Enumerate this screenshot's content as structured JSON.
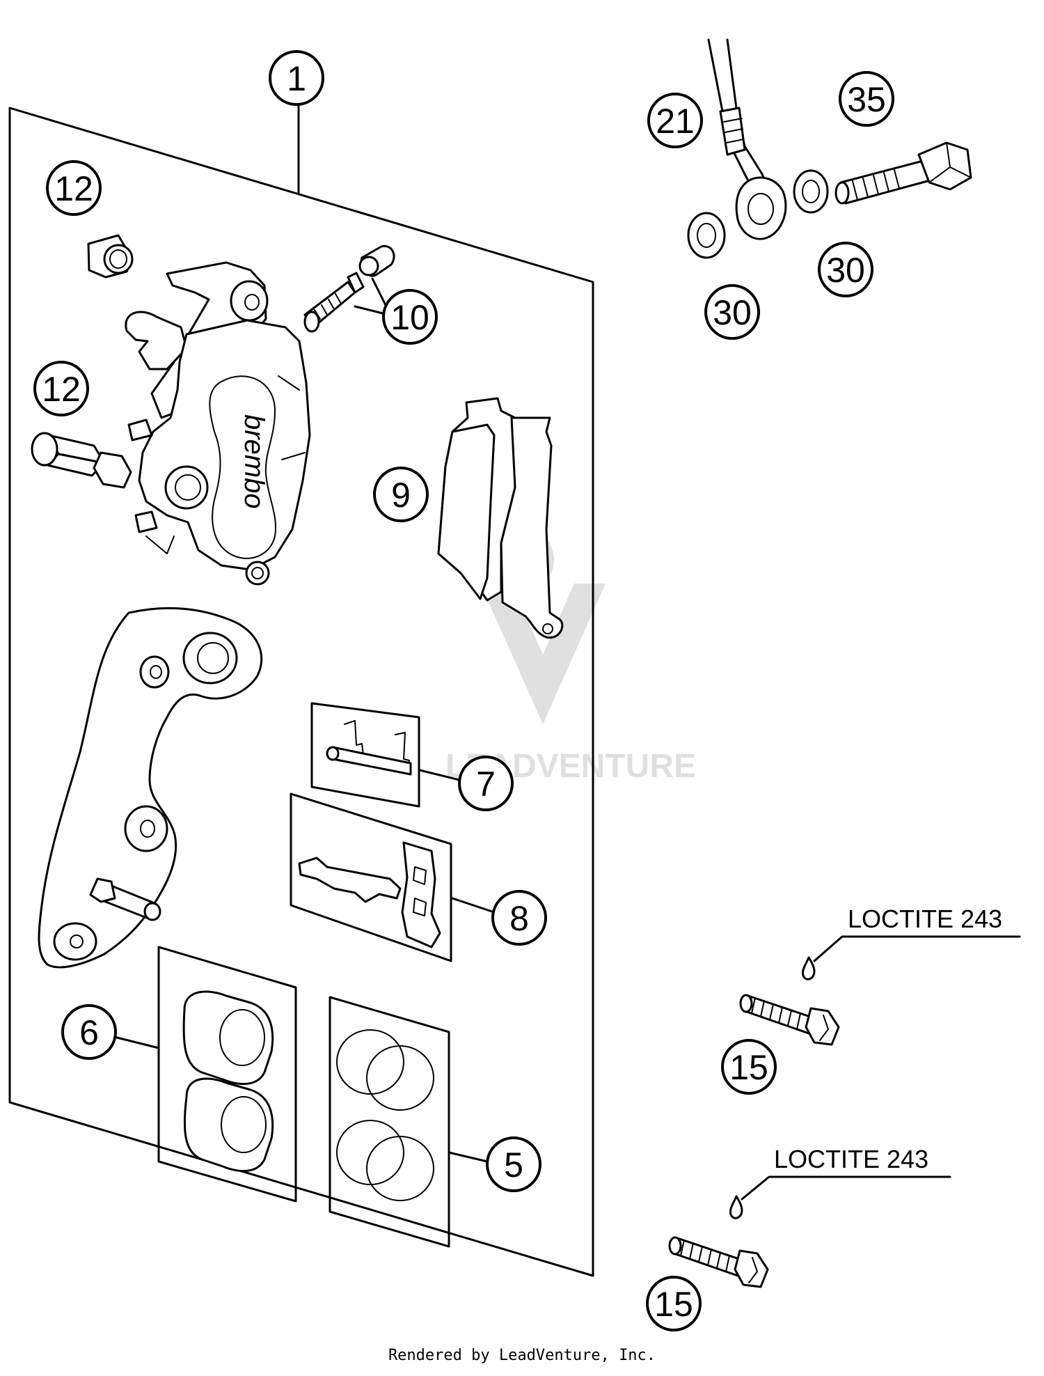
{
  "callouts": {
    "c1": "1",
    "c5": "5",
    "c6": "6",
    "c7": "7",
    "c8": "8",
    "c9": "9",
    "c10": "10",
    "c12a": "12",
    "c12b": "12",
    "c15a": "15",
    "c15b": "15",
    "c21": "21",
    "c30a": "30",
    "c30b": "30",
    "c35": "35"
  },
  "notes": {
    "loctite_top": "LOCTITE 243",
    "loctite_bottom": "LOCTITE 243"
  },
  "caliper_brand": "brembo",
  "watermark": "LEADVENTURE",
  "footer": "Rendered by LeadVenture, Inc."
}
